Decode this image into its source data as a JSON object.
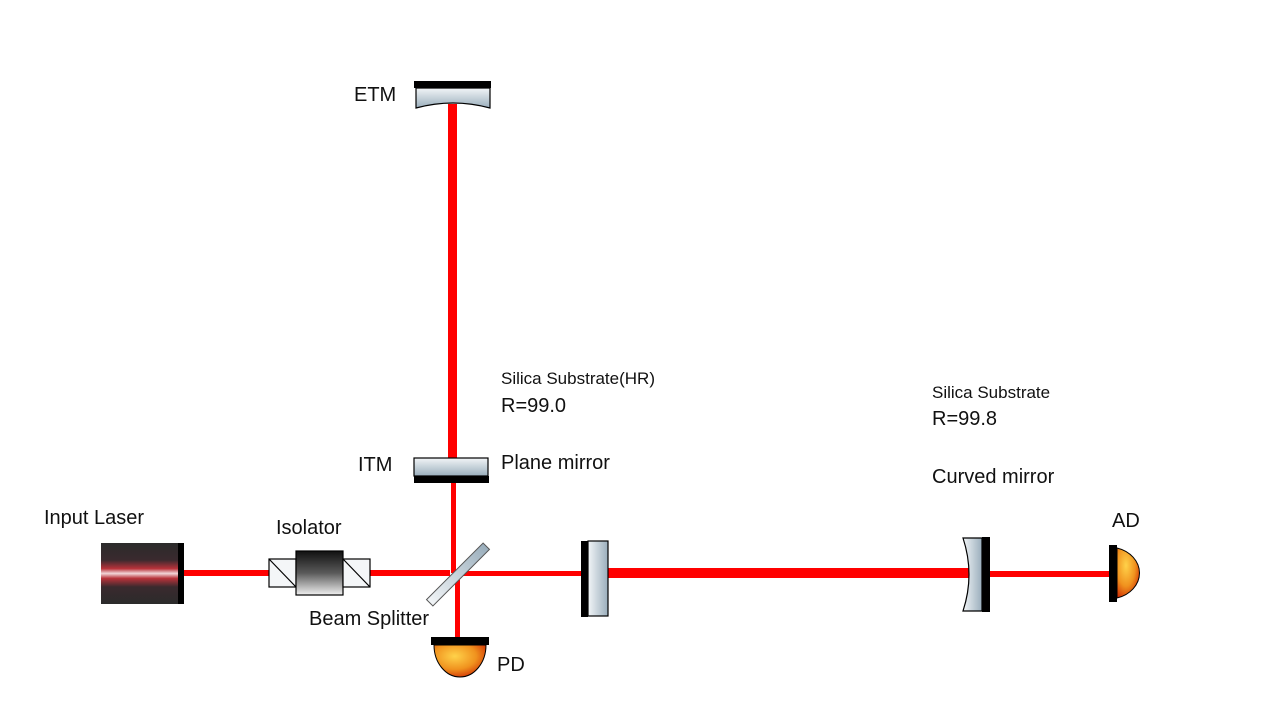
{
  "colors": {
    "beam": "#ff0000",
    "mirror_dark": "#000000",
    "glass_light": "#f2f5f7",
    "glass_mid": "#9aaebc",
    "detector_light": "#ffd24a",
    "detector_dark": "#cc2200"
  },
  "labels": {
    "etm": "ETM",
    "itm": "ITM",
    "input_laser": "Input Laser",
    "isolator": "Isolator",
    "beam_splitter": "Beam Splitter",
    "pd": "PD",
    "ad": "AD",
    "plane_mirror": "Plane mirror",
    "curved_mirror": "Curved mirror",
    "silica_hr": "Silica Substrate(HR)",
    "r_hr": "R=99.0",
    "silica": "Silica Substrate",
    "r_silica": "R=99.8"
  }
}
